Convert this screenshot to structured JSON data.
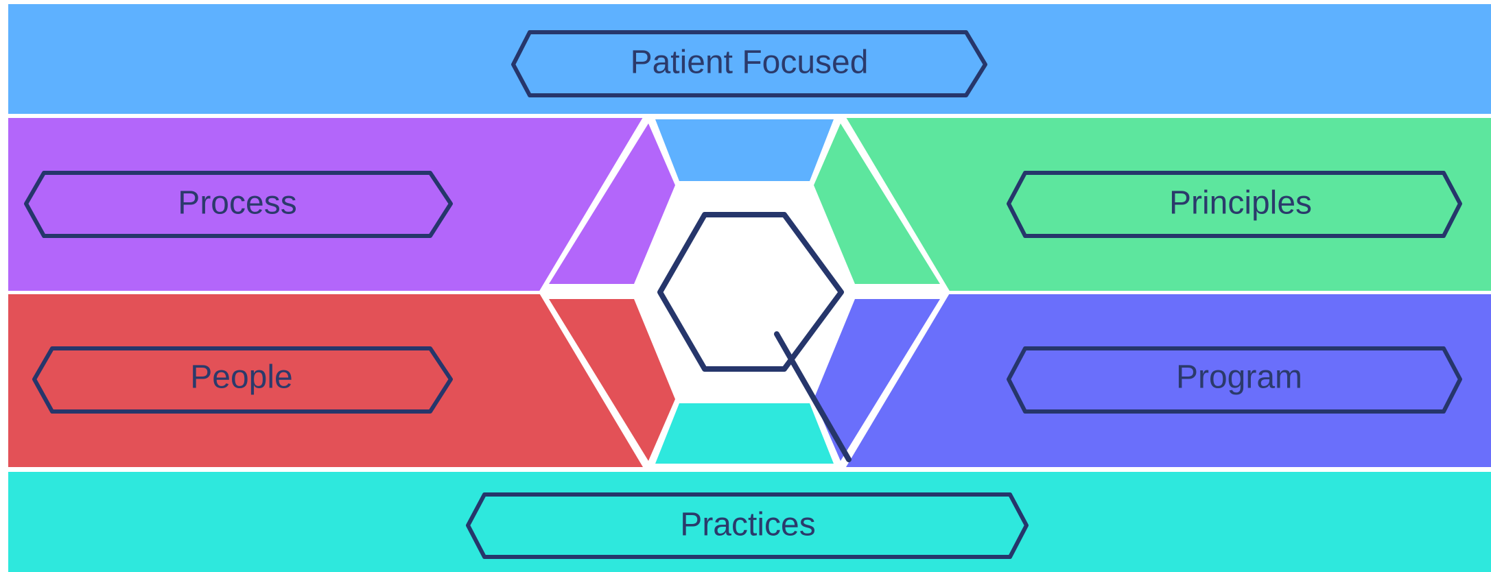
{
  "diagram": {
    "top_band": {
      "label": "Patient Focused",
      "color": "#5eb1ff"
    },
    "left_top_band": {
      "label": "Process",
      "color": "#b366fa"
    },
    "right_top_band": {
      "label": "Principles",
      "color": "#5de69e"
    },
    "left_bottom_band": {
      "label": "People",
      "color": "#e35157"
    },
    "right_bottom_band": {
      "label": "Program",
      "color": "#6a6ffb"
    },
    "bottom_band": {
      "label": "Practices",
      "color": "#2ee8dd"
    },
    "outline_color": "#26366b",
    "center_icon": "hexagon-q-icon"
  }
}
